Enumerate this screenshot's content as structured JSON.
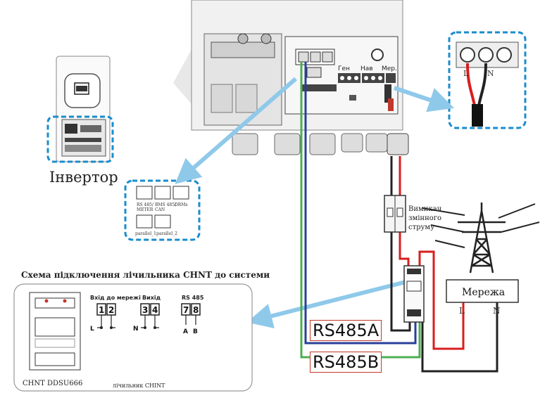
{
  "inverter": {
    "title": "Інвертор"
  },
  "terminals": {
    "gen": "Ген",
    "load": "Нав",
    "grid": "Мер."
  },
  "ports": {
    "rs485_meter": [
      "RS 485/",
      "METER"
    ],
    "bms_can": [
      "BMS 485/",
      "CAN"
    ],
    "drms": "DRMs",
    "parallel_1": "parallel_1",
    "parallel_2": "parallel_2"
  },
  "breaker": {
    "label": [
      "Вимикач",
      "змінного",
      "струму"
    ]
  },
  "grid_panel": {
    "label": "Мережа",
    "l": "L",
    "n": "N"
  },
  "mains_terminal": {
    "l": "L",
    "n": "N"
  },
  "schema": {
    "title": "Схема підключення лічильника CHNT до системи",
    "grid_in": "Вхід до мережі",
    "output": "Вихід",
    "rs485": "RS 485",
    "t1": "1",
    "t2": "2",
    "t3": "3",
    "t4": "4",
    "t7": "7",
    "t8": "8",
    "L": "L",
    "N": "N",
    "A": "A",
    "B": "B",
    "model": "CHNT  DDSU666",
    "meter_caption": "лічильник CHINT"
  },
  "rs485a": "RS485A",
  "rs485b": "RS485B",
  "colors": {
    "arrow": "#8fc9ea",
    "dash": "#1a8ccc",
    "wire_red": "#d81e1e",
    "wire_green": "#4caf50",
    "wire_blue": "#2a3f9a",
    "wire_black": "#222222"
  }
}
